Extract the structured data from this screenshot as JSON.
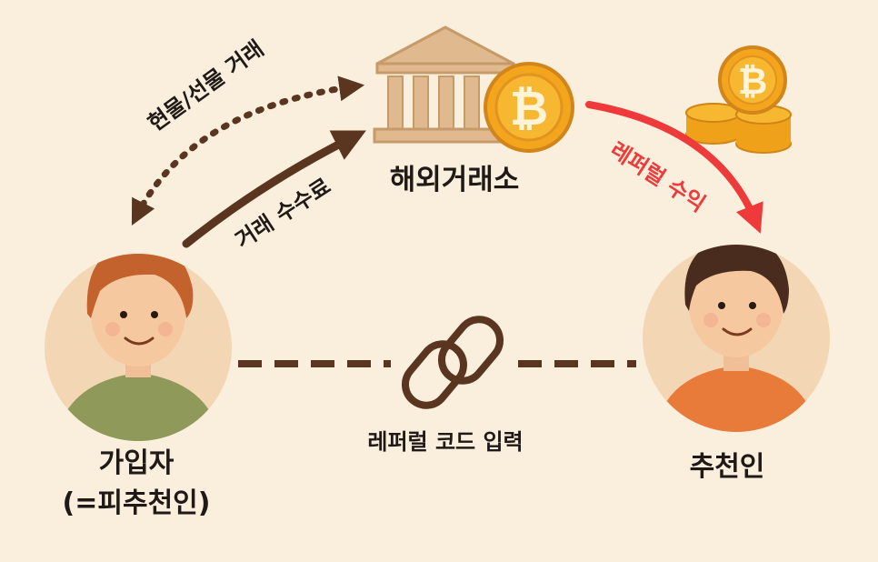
{
  "labels": {
    "exchange": "해외거래소",
    "subscriber_line1": "가입자",
    "subscriber_line2": "(=피추천인)",
    "recommender": "추천인",
    "spot_futures": "현물/선물 거래",
    "trading_fee": "거래 수수료",
    "referral_income": "레퍼럴 수익",
    "referral_code": "레퍼럴 코드 입력"
  },
  "colors": {
    "background": "#faefdc",
    "arrow_dark": "#5a3620",
    "arrow_red": "#ee3a3a",
    "coin": "#f3a51d",
    "bank": "#e0b98f"
  },
  "icons": {
    "exchange": "bank-icon",
    "coin": "bitcoin-coin-icon",
    "coin_stack": "coin-stack-icon",
    "link": "chain-link-icon"
  }
}
